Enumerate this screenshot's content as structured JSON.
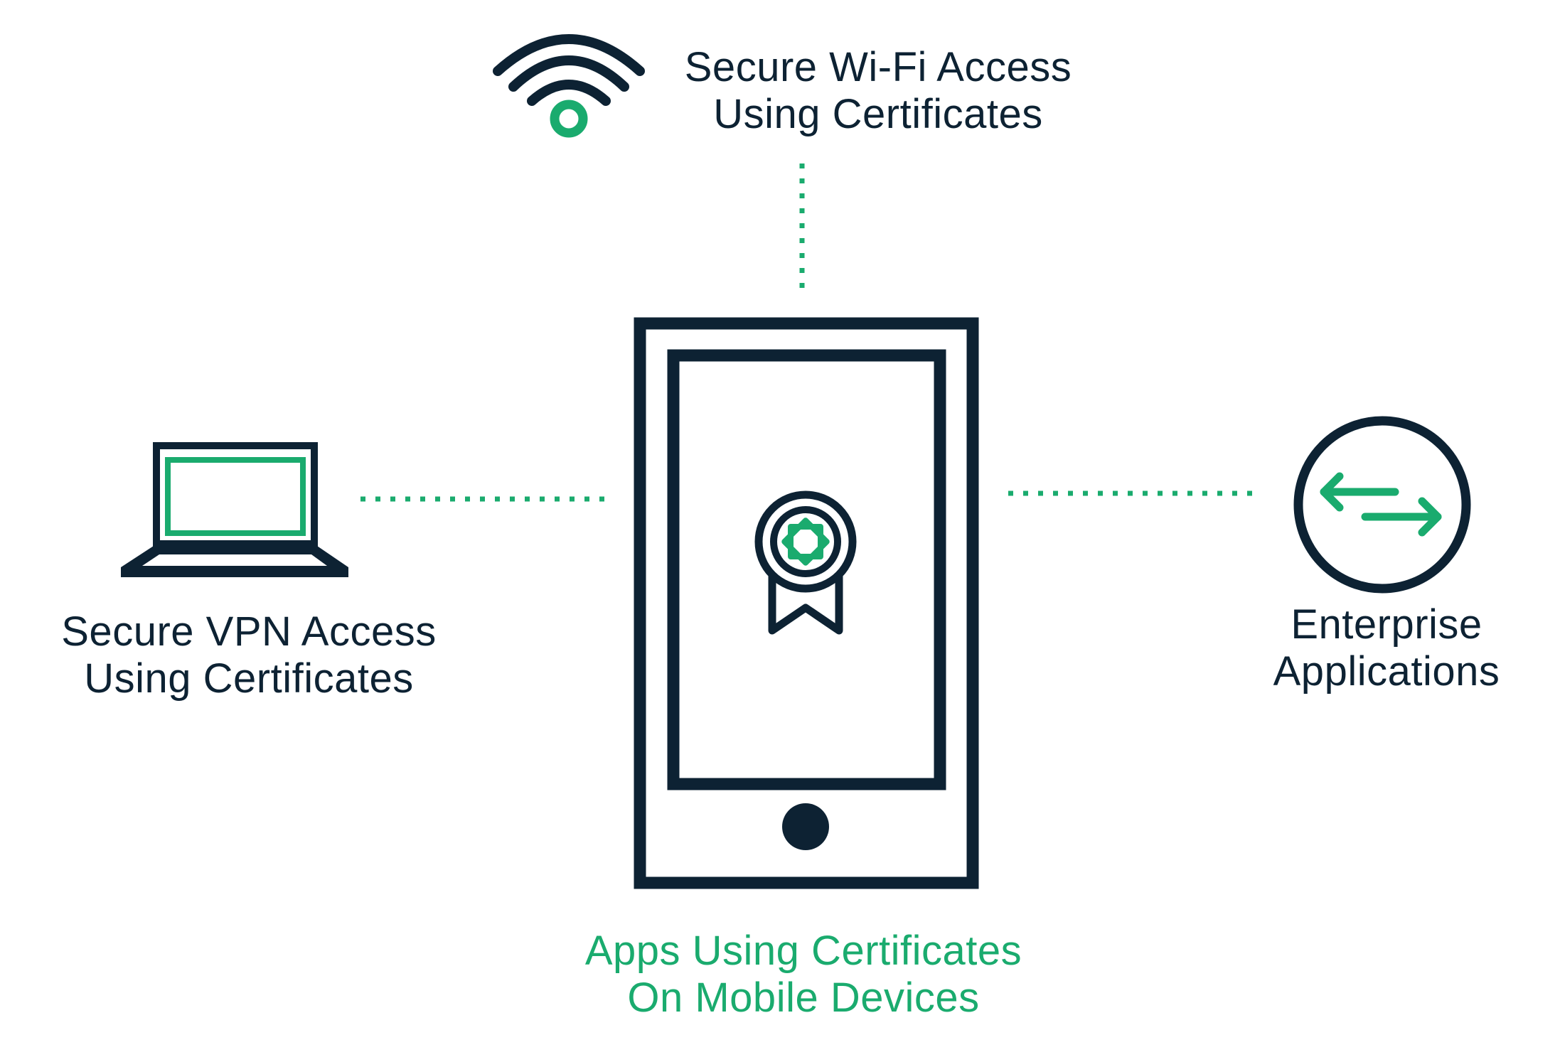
{
  "colors": {
    "dark": "#0d2233",
    "accent": "#1aab6e",
    "background": "#ffffff"
  },
  "nodes": {
    "wifi": {
      "icon": "wifi-icon",
      "label_line1": "Secure Wi-Fi Access",
      "label_line2": "Using Certificates"
    },
    "vpn": {
      "icon": "laptop-icon",
      "label_line1": "Secure VPN Access",
      "label_line2": "Using Certificates"
    },
    "enterprise": {
      "icon": "exchange-arrows-icon",
      "label_line1": "Enterprise",
      "label_line2": "Applications"
    },
    "apps": {
      "icon": "mobile-phone-icon",
      "badge_icon": "certificate-ribbon-icon",
      "label_line1": "Apps Using Certificates",
      "label_line2": "On Mobile Devices"
    }
  },
  "connectors": [
    "wifi-to-phone",
    "vpn-to-phone",
    "phone-to-enterprise"
  ]
}
